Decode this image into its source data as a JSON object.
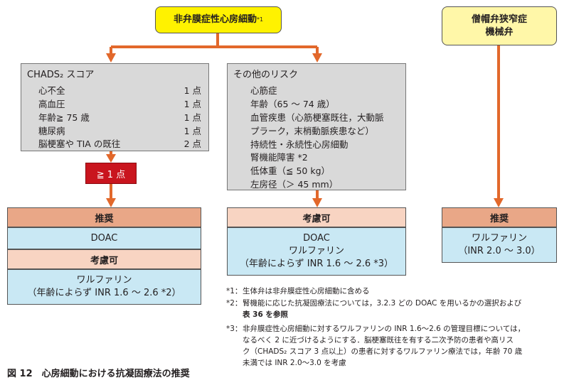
{
  "top_box": {
    "label": "非弁膜症性心房細動",
    "note_mark": "*1"
  },
  "right_top_box": {
    "line1": "僧帽弁狭窄症",
    "line2": "機械弁"
  },
  "chads_box": {
    "title": "CHADS₂ スコア",
    "rows": [
      {
        "label": "心不全",
        "points": "1 点"
      },
      {
        "label": "高血圧",
        "points": "1 点"
      },
      {
        "label": "年齢≧ 75 歳",
        "points": "1 点"
      },
      {
        "label": "糖尿病",
        "points": "1 点"
      },
      {
        "label": "脳梗塞や TIA の既往",
        "points": "2 点"
      }
    ]
  },
  "threshold": {
    "label": "≧ 1 点"
  },
  "other_risk_box": {
    "title": "その他のリスク",
    "items": [
      "心筋症",
      "年齢（65 ～ 74 歳）",
      "血管疾患（心筋梗塞既往，大動脈",
      "プラーク，末梢動脈疾患など）",
      "持続性・永続性心房細動",
      "腎機能障害 *2",
      "低体重（≦ 50 kg）",
      "左房径（＞ 45 mm）"
    ]
  },
  "left_result": {
    "recommended_header": "推奨",
    "recommended_drug": "DOAC",
    "consider_header": "考慮可",
    "consider_line1": "ワルファリン",
    "consider_line2": "（年齢によらず INR 1.6 ～ 2.6 *2）"
  },
  "middle_result": {
    "header": "考慮可",
    "line1": "DOAC",
    "line2": "ワルファリン",
    "line3": "（年齢によらず INR 1.6 ～ 2.6 *3）"
  },
  "right_result": {
    "header": "推奨",
    "line1": "ワルファリン",
    "line2": "（INR 2.0 ～ 3.0）"
  },
  "footnotes": [
    {
      "mark": "*1：",
      "lines": [
        "生体弁は非弁膜症性心房細動に含める"
      ]
    },
    {
      "mark": "*2：",
      "lines": [
        "腎機能に応じた抗凝固療法については，3.2.3 どの DOAC を用いるかの選択および",
        "表 36 を参照"
      ]
    },
    {
      "mark": "*3：",
      "lines": [
        "非弁膜症性心房細動に対するワルファリンの INR 1.6～2.6 の管理目標については，",
        "なるべく 2 に近づけるようにする．脳梗塞既往を有する二次予防の患者や高リス",
        "ク（CHADS₂ スコア 3 点以上）の患者に対するワルファリン療法では，年齢 70 歳",
        "未満では INR 2.0～3.0 を考慮"
      ]
    }
  ],
  "caption": "図 12　心房細動における抗凝固療法の推奨",
  "colors": {
    "arrow": "#e2682b",
    "header": "#e9a787",
    "result": "#c9e8f4",
    "threshold": "#c9151e",
    "start": "#fff200"
  }
}
